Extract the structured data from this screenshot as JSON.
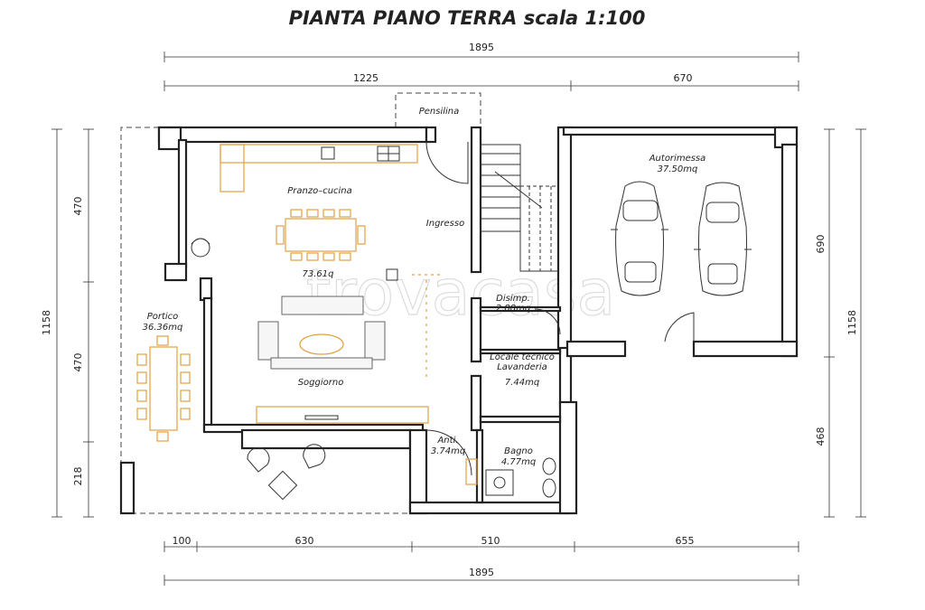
{
  "title": "PIANTA PIANO TERRA scala 1:100",
  "watermark": "trovacasa",
  "dimensions": {
    "top_total": "1895",
    "top_left": "1225",
    "top_right": "670",
    "bottom_seg1": "100",
    "bottom_seg2": "630",
    "bottom_seg3": "510",
    "bottom_seg4": "655",
    "bottom_total": "1895",
    "left_total": "1158",
    "left_seg1": "470",
    "left_seg2": "470",
    "left_seg3": "218",
    "right_total": "1158",
    "right_seg1": "690",
    "right_seg2": "468"
  },
  "rooms": {
    "pensilina": "Pensilina",
    "pranzo": "Pranzo–cucina",
    "ingresso": "Ingresso",
    "autorimessa": "Autorimessa",
    "autorimessa_area": "37.50mq",
    "living_area": "73.61q",
    "disimp": "Disimp.",
    "disimp_area": "2.88mq",
    "portico": "Portico",
    "portico_area": "36.36mq",
    "locale_tecnico": "Locale tecnico",
    "lavanderia": "Lavanderia",
    "lavanderia_area": "7.44mq",
    "soggiorno": "Soggiorno",
    "anti": "Anti.",
    "anti_area": "3.74mq",
    "bagno": "Bagno",
    "bagno_area": "4.77mq"
  },
  "colors": {
    "furniture": "#e0a040",
    "walls": "#222222"
  }
}
